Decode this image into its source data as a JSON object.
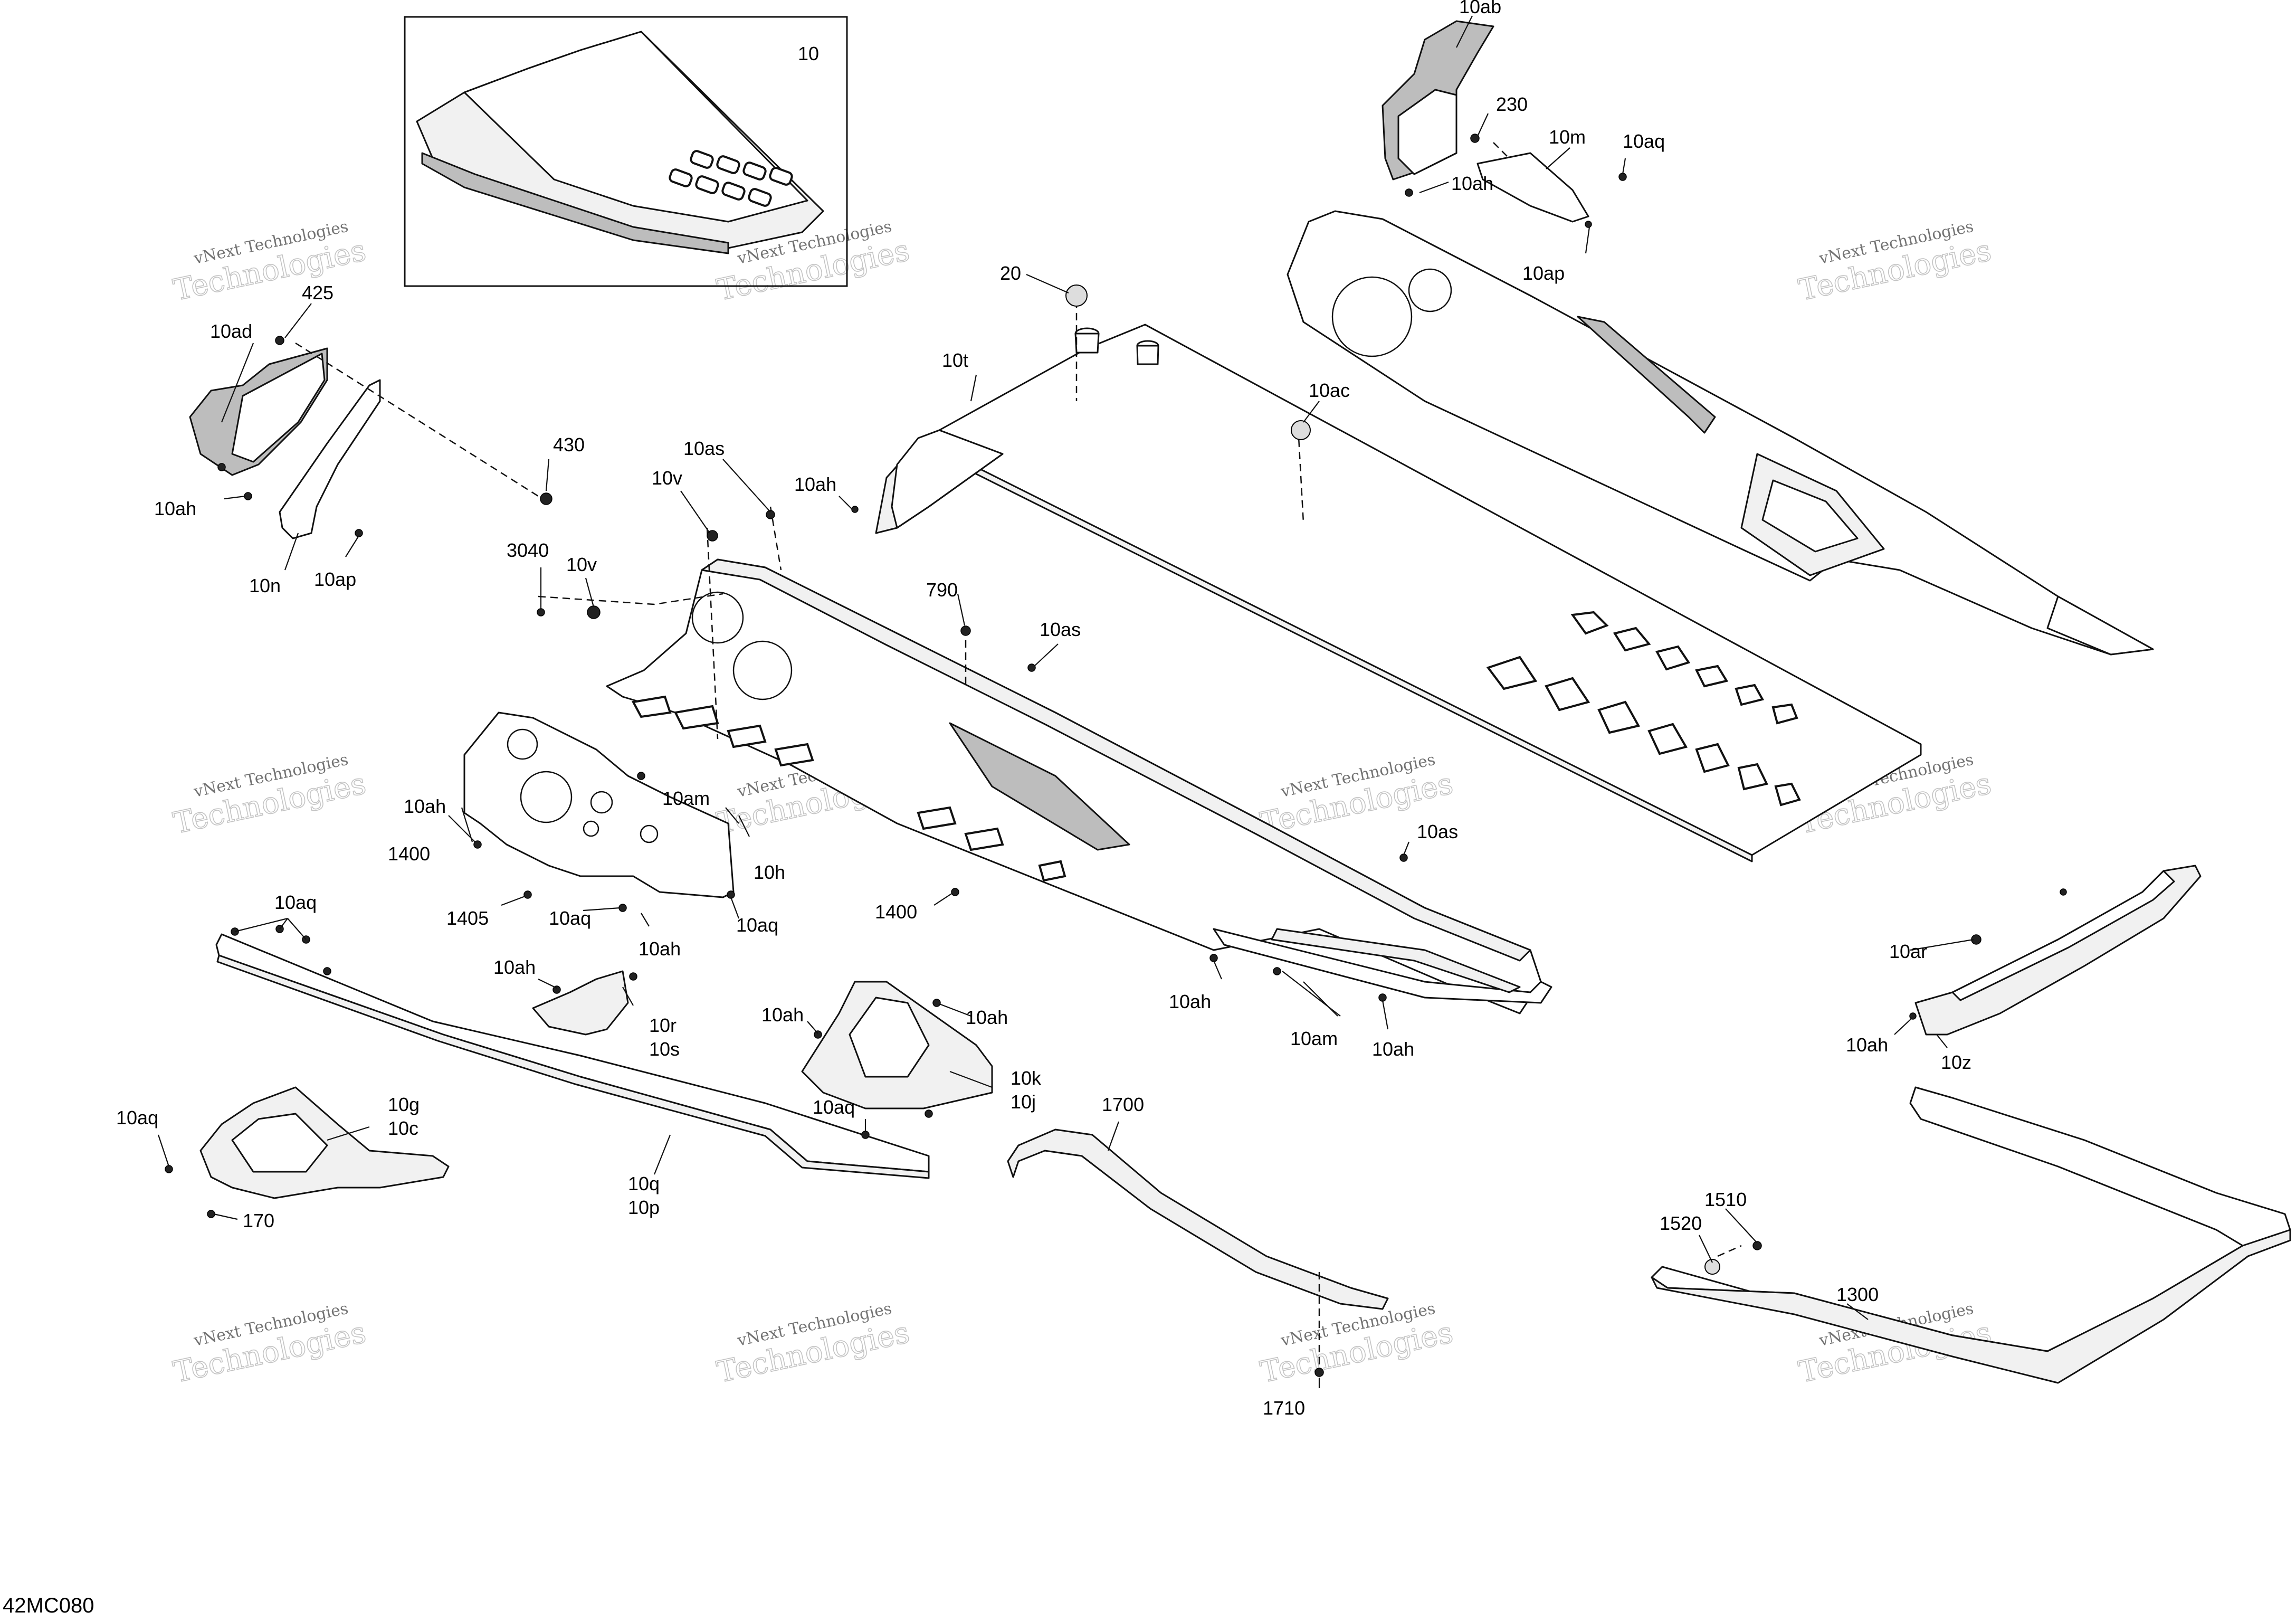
{
  "diagram_id": "42MC080",
  "watermark": {
    "line1": "vNext Technologies",
    "line2": "Technologies"
  },
  "callouts": {
    "c10": "10",
    "c10ab": "10ab",
    "c230": "230",
    "c10m": "10m",
    "c10aq_top": "10aq",
    "c10ah_top": "10ah",
    "c10ap_top": "10ap",
    "c20": "20",
    "c10t": "10t",
    "c10ac": "10ac",
    "c425": "425",
    "c10ad": "10ad",
    "c430": "430",
    "c10ah_left": "10ah",
    "c10n": "10n",
    "c10ap_left": "10ap",
    "c10as_1": "10as",
    "c10v_1": "10v",
    "c10ah_mid": "10ah",
    "c3040": "3040",
    "c10v_2": "10v",
    "c790": "790",
    "c10as_2": "10as",
    "c10ah_plate": "10ah",
    "c10am_1": "10am",
    "c1400_1": "1400",
    "c10h": "10h",
    "c1405": "1405",
    "c10aq_plate1": "10aq",
    "c10aq_plate2": "10aq",
    "c10ah_plate2": "10ah",
    "c1400_2": "1400",
    "c10as_3": "10as",
    "c10aq_rail": "10aq",
    "c10ah_br": "10ah",
    "c10r": "10r",
    "c10s": "10s",
    "c10ah_k1": "10ah",
    "c10ah_k2": "10ah",
    "c10k": "10k",
    "c10j": "10j",
    "c10ah_frame": "10ah",
    "c10am_2": "10am",
    "c10ah_frame2": "10ah",
    "c10ar": "10ar",
    "c10ah_z": "10ah",
    "c10z": "10z",
    "c10aq_g": "10aq",
    "c10g": "10g",
    "c10c": "10c",
    "c170": "170",
    "c10aq_q": "10aq",
    "c10q": "10q",
    "c10p": "10p",
    "c1700": "1700",
    "c1710": "1710",
    "c1510": "1510",
    "c1520": "1520",
    "c1300": "1300"
  }
}
